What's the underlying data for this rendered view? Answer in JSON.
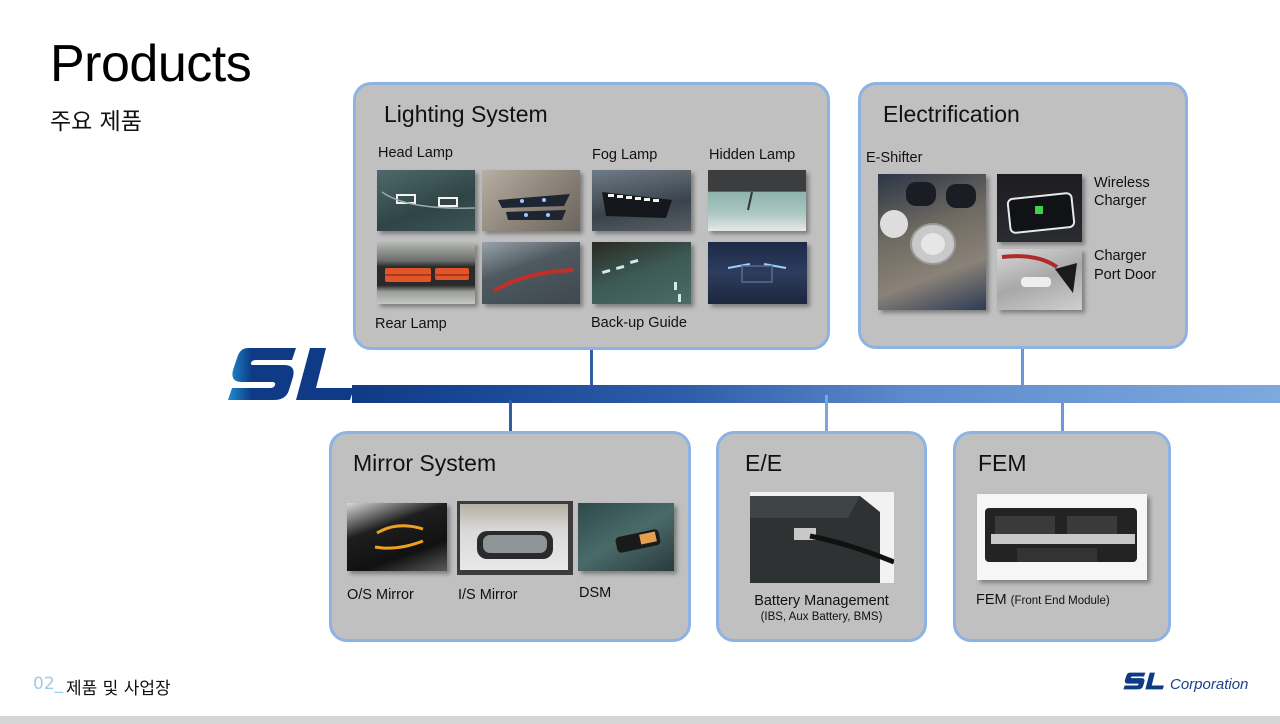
{
  "header": {
    "title": "Products",
    "subtitle": "주요 제품"
  },
  "colors": {
    "panel_bg": "#c0c0c0",
    "panel_border": "#8db3e2",
    "brand_blue": "#0e3a86",
    "footer_num": "#9fcbe8"
  },
  "logo": {
    "text": "SL",
    "icon": "sl-logo-icon"
  },
  "panels": {
    "lighting": {
      "title": "Lighting System",
      "labels": {
        "head": "Head Lamp",
        "fog": "Fog Lamp",
        "hidden": "Hidden Lamp",
        "rear": "Rear Lamp",
        "backup": "Back-up Guide"
      }
    },
    "electrification": {
      "title": "Electrification",
      "labels": {
        "eshifter": "E-Shifter",
        "wireless_1": "Wireless",
        "wireless_2": "Charger",
        "port_1": "Charger",
        "port_2": "Port Door"
      }
    },
    "mirror": {
      "title": "Mirror System",
      "labels": {
        "os": "O/S Mirror",
        "is": "I/S Mirror",
        "dsm": "DSM"
      }
    },
    "ee": {
      "title": "E/E",
      "label": "Battery Management",
      "sublabel": "(IBS, Aux Battery, BMS)"
    },
    "fem": {
      "title": "FEM",
      "label": "FEM",
      "sublabel": "(Front End Module)"
    }
  },
  "footer": {
    "page_num": "02_",
    "section": "제품 및 사업장",
    "corp_logo_text": "SL",
    "corp_name": "Corporation"
  }
}
